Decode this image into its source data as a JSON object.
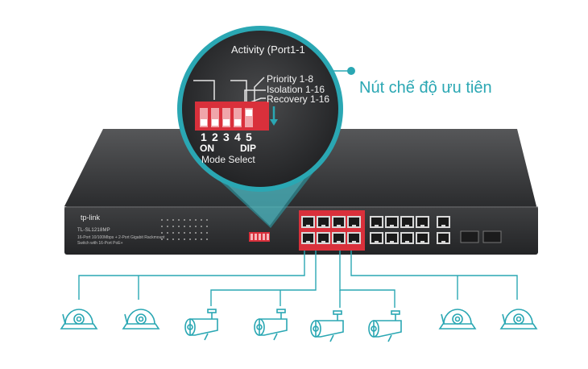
{
  "callout": {
    "label": "Nút chế độ ưu tiên"
  },
  "magnifier": {
    "activity_label": "Activity (Port1-1",
    "options": [
      "Priority 1-8",
      "Isolation 1-16",
      "Recovery 1-16"
    ],
    "dip_numbers": [
      "1",
      "2",
      "3",
      "4",
      "5"
    ],
    "on_label": "ON",
    "dip_label": "DIP",
    "mode_select_label": "Mode Select"
  },
  "switch": {
    "brand": "tp-link",
    "model": "TL-SL1218MP",
    "description": "16-Port 10/100Mbps + 2-Port Gigabit Rackmount Switch with 16-Port PoE+"
  },
  "colors": {
    "teal": "#2aa7b3",
    "switch_body": "#3a3b3d",
    "port_highlight": "#d9303b",
    "dip_red": "#d9303b"
  },
  "devices": [
    {
      "type": "dome-camera",
      "icon": "dome-camera-icon"
    },
    {
      "type": "dome-camera",
      "icon": "dome-camera-icon"
    },
    {
      "type": "bullet-camera",
      "icon": "bullet-camera-icon"
    },
    {
      "type": "bullet-camera",
      "icon": "bullet-camera-icon"
    },
    {
      "type": "bullet-camera",
      "icon": "bullet-camera-icon"
    },
    {
      "type": "bullet-camera",
      "icon": "bullet-camera-icon"
    },
    {
      "type": "dome-camera",
      "icon": "dome-camera-icon"
    },
    {
      "type": "dome-camera",
      "icon": "dome-camera-icon"
    }
  ]
}
